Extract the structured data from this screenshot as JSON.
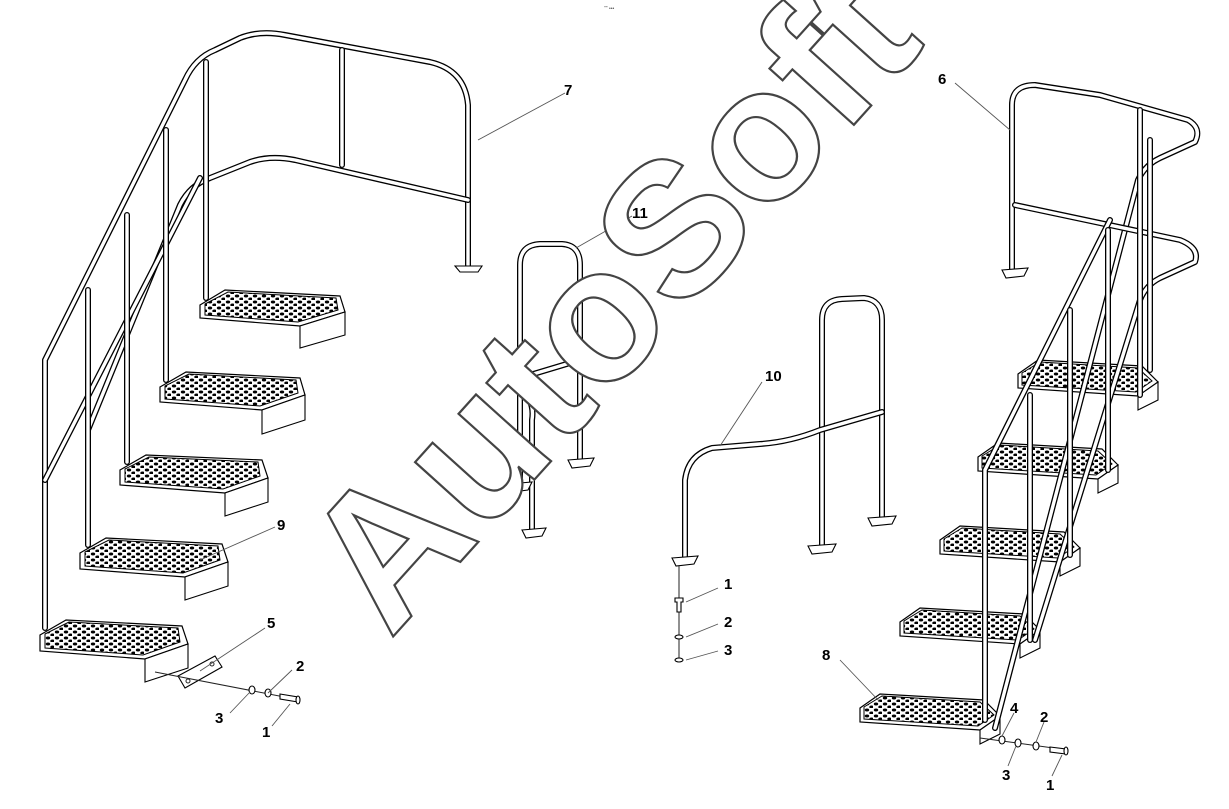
{
  "header": {
    "code": "\"\" •••"
  },
  "watermark": {
    "text": "AutoSoft"
  },
  "callouts": {
    "left": {
      "c7": "7",
      "c9": "9",
      "c5": "5",
      "c2": "2",
      "c3": "3",
      "c1": "1"
    },
    "center": {
      "c11": "11",
      "c10": "10",
      "c1": "1",
      "c2": "2",
      "c3": "3"
    },
    "right": {
      "c6": "6",
      "c8": "8",
      "c4": "4",
      "c2": "2",
      "c3": "3",
      "c1": "1"
    }
  },
  "colors": {
    "line": "#000000",
    "background": "#ffffff",
    "watermark_stroke": "#444444"
  }
}
